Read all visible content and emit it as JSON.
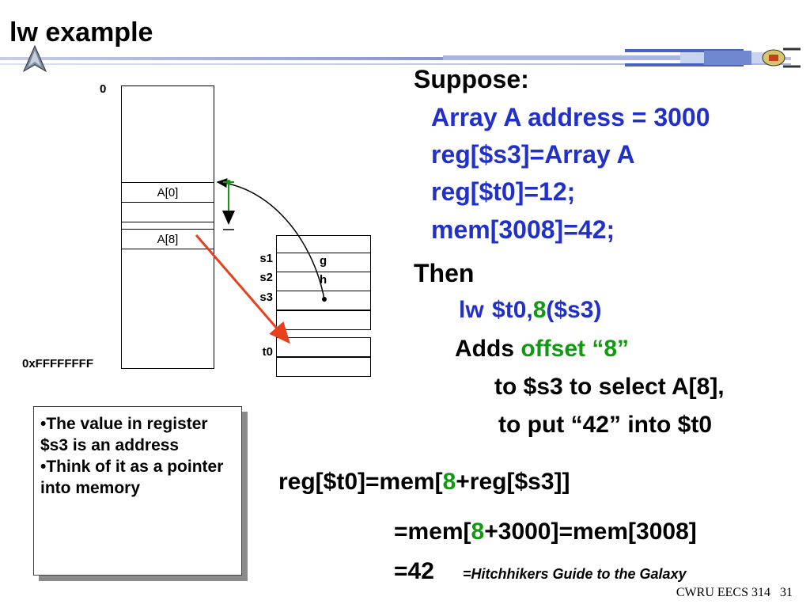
{
  "title": "lw example",
  "memory": {
    "top_label": "0",
    "bottom_label": "0xFFFFFFFF",
    "cell_a0": "A[0]",
    "cell_a8": "A[8]"
  },
  "registers": {
    "s1": "s1",
    "s2": "s2",
    "s3": "s3",
    "t0": "t0",
    "g": "g",
    "h": "h"
  },
  "suppose": {
    "heading": "Suppose:",
    "lines": [
      "Array A address = 3000",
      "reg[$s3]=Array A",
      "reg[$t0]=12;",
      "mem[3008]=42;"
    ]
  },
  "then": {
    "heading": "Then",
    "instr_op": "lw",
    "instr_reg": "$t0,",
    "instr_offset": "8",
    "instr_base": "($s3)",
    "adds_label": "Adds",
    "adds_offset": "offset “8”",
    "line_select": "to $s3 to select A[8],",
    "line_put": "to put “42” into $t0"
  },
  "equation": {
    "line1_pre": "reg[$t0]=mem[",
    "line1_num": "8",
    "line1_post": "+reg[$s3]]",
    "line2_pre": "=mem[",
    "line2_num": "8",
    "line2_post": "+3000]=mem[3008]",
    "line3": "=42",
    "joke": "=Hitchhikers Guide to the Galaxy"
  },
  "note": {
    "bullet1": "•The value in register $s3 is an address",
    "bullet2": "•Think of it as a pointer into memory"
  },
  "footer": {
    "course": "CWRU EECS 314",
    "page": "31"
  },
  "colors": {
    "blue_text": "#2030c8",
    "green_text": "#119911",
    "red_arrow": "#e8401c",
    "green_bracket": "#119911"
  }
}
